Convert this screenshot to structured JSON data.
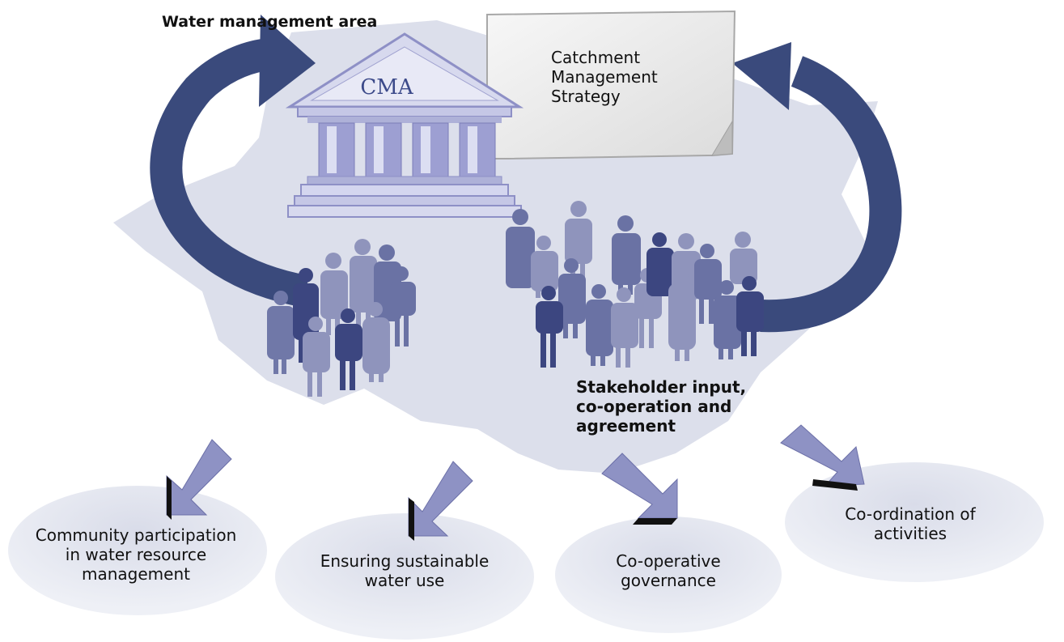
{
  "title": "Water management area",
  "cma_label": "CMA",
  "strategy": {
    "line1": "Catchment",
    "line2": "Management",
    "line3": "Strategy"
  },
  "stakeholder": {
    "line1": "Stakeholder input,",
    "line2": "co-operation and",
    "line3": "agreement"
  },
  "outcomes": [
    {
      "line1": "Community participation",
      "line2": "in water resource",
      "line3": "management"
    },
    {
      "line1": "Ensuring sustainable",
      "line2": "water use"
    },
    {
      "line1": "Co-operative",
      "line2": "governance"
    },
    {
      "line1": "Co-ordination of",
      "line2": "activities"
    }
  ],
  "colors": {
    "map": "#dcdfeb",
    "arrow_dark": "#3a4a7c",
    "people_light": "#8f94bc",
    "people_mid": "#6a72a4",
    "people_dark": "#3c4680",
    "oval": "#dde0ec",
    "small_arrow": "#8e92c4"
  }
}
